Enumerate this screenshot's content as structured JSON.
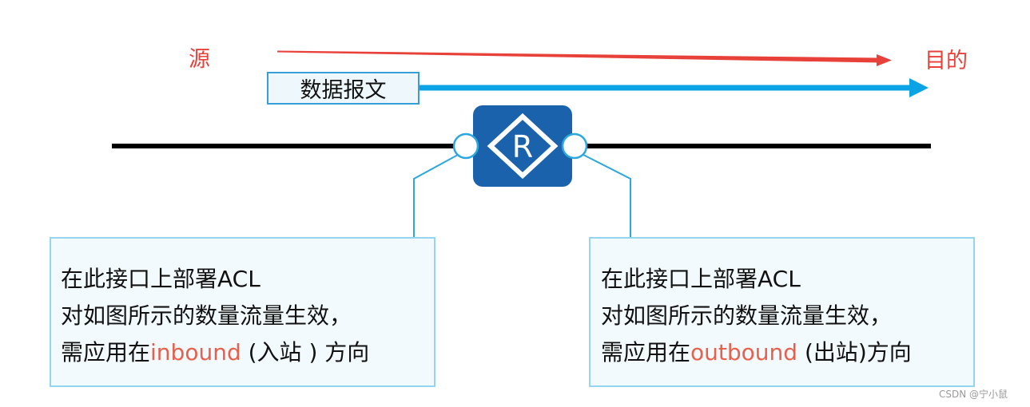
{
  "labels": {
    "source": "源",
    "destination": "目的",
    "packet": "数据报文"
  },
  "router": {
    "letter": "R"
  },
  "left_box": {
    "line1": "在此接口上部署ACL",
    "line2": "对如图所示的数量流量生效，",
    "line3_prefix": "需应用在",
    "line3_keyword": "inbound",
    "line3_suffix": " (入站 ) 方向"
  },
  "right_box": {
    "line1": "在此接口上部署ACL",
    "line2": "对如图所示的数量流量生效，",
    "line3_prefix": "需应用在",
    "line3_keyword": "outbound",
    "line3_suffix": " (出站)方向"
  },
  "watermark": "CSDN @宁小鼠",
  "icons": {
    "router": "router-icon",
    "interface_port": "interface-port-icon"
  },
  "colors": {
    "source_destination": "#e8413a",
    "keyword": "#e8604c",
    "packet_arrow": "#0aa4e6",
    "router": "#1a63ac",
    "port": "#2aa7df",
    "link": "#000000"
  }
}
